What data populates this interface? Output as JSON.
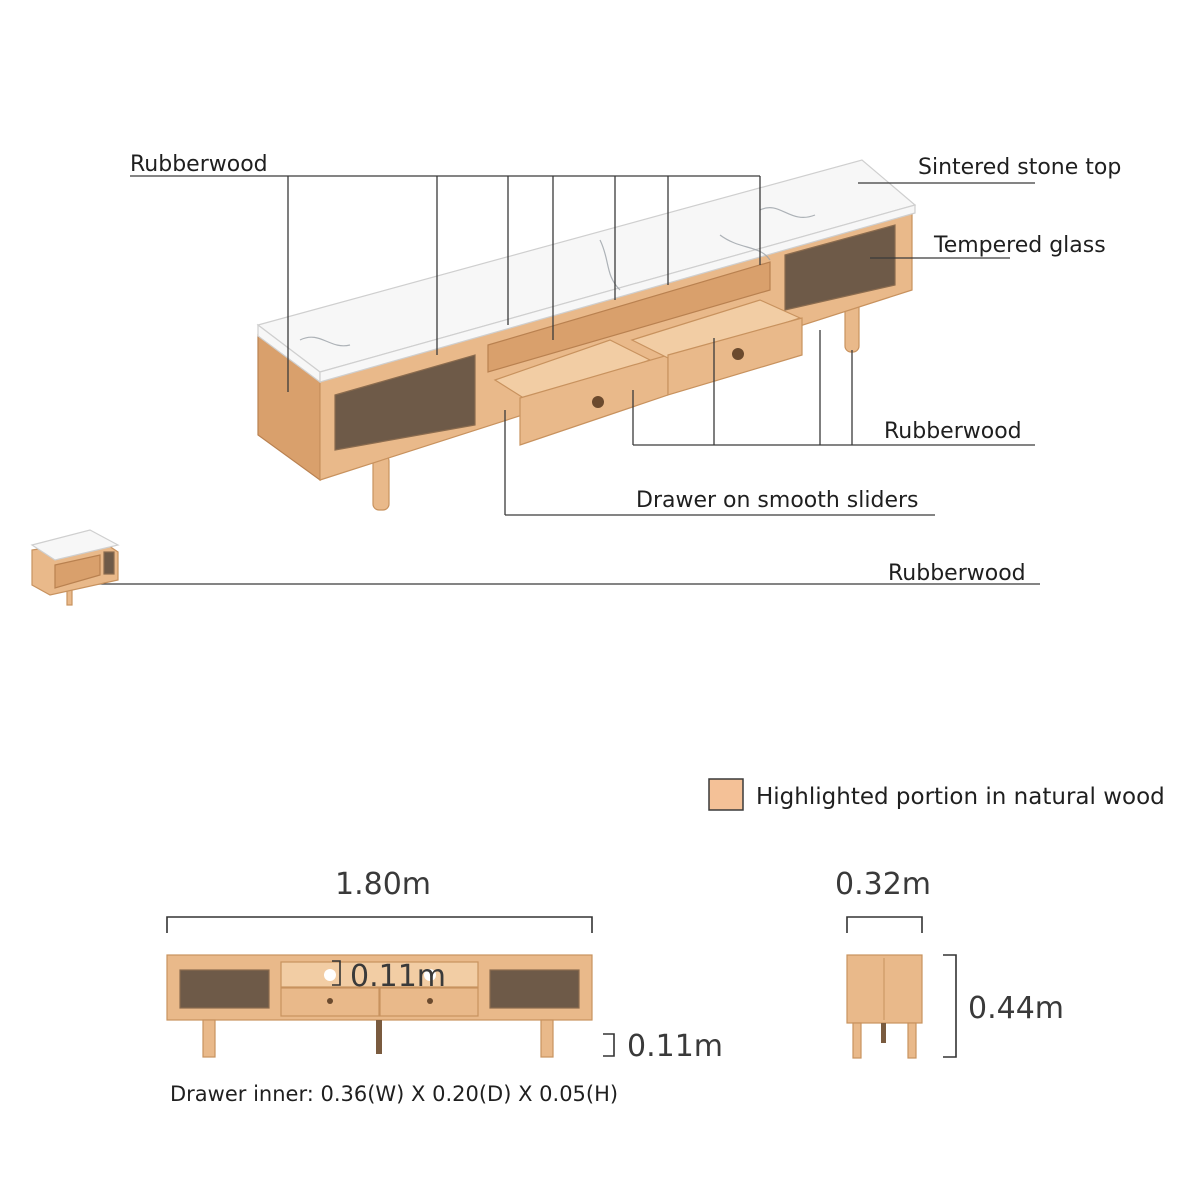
{
  "callouts": {
    "rubberwood_top": "Rubberwood",
    "sintered_stone_top": "Sintered stone top",
    "tempered_glass": "Tempered glass",
    "rubberwood_right": "Rubberwood",
    "drawer_sliders": "Drawer on smooth sliders",
    "rubberwood_small": "Rubberwood"
  },
  "legend": {
    "label": "Highlighted portion in natural wood",
    "swatch_color": "#f4c197"
  },
  "dimensions": {
    "width": "1.80m",
    "depth": "0.32m",
    "height": "0.44m",
    "drawer_height": "0.11m",
    "leg_height": "0.11m",
    "drawer_inner": "Drawer inner: 0.36(W) X 0.20(D) X 0.05(H)"
  },
  "colors": {
    "wood": "#e9b98a",
    "glass": "#6e5a48",
    "stone": "#f7f7f7"
  }
}
